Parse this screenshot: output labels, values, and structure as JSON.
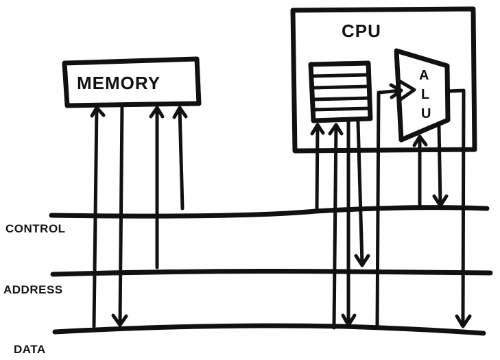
{
  "diagram": {
    "cpu_label": "CPU",
    "memory_label": "MEMORY",
    "alu_letters": [
      "A",
      "L",
      "U"
    ],
    "bus_labels": {
      "control": "CONTROL",
      "address": "ADDRESS",
      "data": "DATA"
    },
    "ink_color": "#111111",
    "paper_color": "#ffffff"
  }
}
